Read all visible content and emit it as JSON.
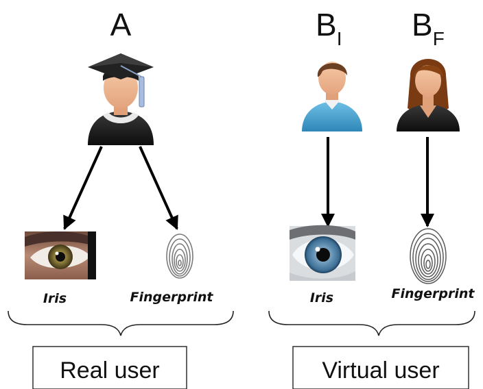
{
  "labels": {
    "user_a": "A",
    "user_b_iris_letter": "B",
    "user_b_iris_sub": "I",
    "user_b_finger_letter": "B",
    "user_b_finger_sub": "F"
  },
  "traits": {
    "real_iris": "Iris",
    "real_fingerprint": "Fingerprint",
    "virtual_iris": "Iris",
    "virtual_fingerprint": "Fingerprint"
  },
  "boxes": {
    "real_user": "Real user",
    "virtual_user": "Virtual user"
  },
  "icons": {
    "graduate": "graduate-user-icon",
    "male": "male-user-icon",
    "female": "female-user-icon",
    "brown_eye": "brown-iris-photo",
    "blue_eye": "blue-iris-photo",
    "fingerprint": "fingerprint-image"
  }
}
